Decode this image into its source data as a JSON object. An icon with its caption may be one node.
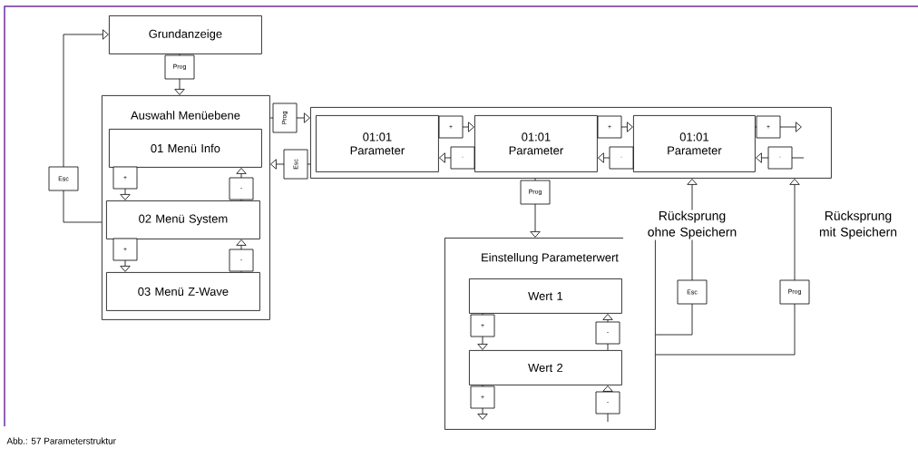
{
  "diagram": {
    "caption": "Abb.: 57 Parameterstruktur",
    "nodes": [
      {
        "text": [
          "Grundanzeige"
        ]
      },
      {
        "text": [
          "Auswahl Menüebene"
        ]
      },
      {
        "text": [
          "01 Menü Info"
        ],
        "in": 1
      },
      {
        "text": [
          "02 Menü System"
        ],
        "in": 1
      },
      {
        "text": [
          "03 Menü Z-Wave"
        ],
        "in": 1
      },
      {
        "text": [],
        "shape": "box"
      },
      {
        "text": [
          "01:01 Parameter"
        ],
        "in": 5
      },
      {
        "text": [
          "01:01 Parameter"
        ],
        "in": 5
      },
      {
        "text": [
          "01:01 Parameter"
        ],
        "in": 5
      },
      {
        "text": [
          "Einstellung Parameterwert"
        ]
      },
      {
        "text": [
          "Wert 1"
        ],
        "in": 9
      },
      {
        "text": [
          "Wert 2"
        ],
        "in": 9
      }
    ],
    "edges": [
      {
        "from": 0,
        "to": 1,
        "arrow": "to",
        "label": "Prog"
      },
      {
        "from": 1,
        "to": 0,
        "arrow": "to",
        "label": "Esc"
      },
      {
        "from": 2,
        "to": 3,
        "arrow": "to",
        "label": "+"
      },
      {
        "from": 3,
        "to": 2,
        "arrow": "to",
        "label": "-"
      },
      {
        "from": 3,
        "to": 4,
        "arrow": "to",
        "label": "+"
      },
      {
        "from": 4,
        "to": 3,
        "arrow": "to",
        "label": "-"
      },
      {
        "from": 1,
        "to": 5,
        "arrow": "to",
        "label": "Prog"
      },
      {
        "from": 5,
        "to": 1,
        "arrow": "to",
        "label": "Esc"
      },
      {
        "from": 6,
        "to": 7,
        "arrow": "to",
        "label": "+"
      },
      {
        "from": 7,
        "to": 6,
        "arrow": "to",
        "label": "·"
      },
      {
        "from": 7,
        "to": 8,
        "arrow": "to",
        "label": "+"
      },
      {
        "from": 8,
        "to": 7,
        "arrow": "to",
        "label": "·"
      },
      {
        "from": 8,
        "to": null,
        "arrow": "to",
        "label": "+"
      },
      {
        "from": null,
        "to": 8,
        "arrow": "to",
        "label": "·"
      },
      {
        "from": 5,
        "to": 9,
        "arrow": "to",
        "label": "Prog"
      },
      {
        "from": 9,
        "to": 5,
        "arrow": "to",
        "label": "Esc"
      },
      {
        "from": 9,
        "to": 5,
        "arrow": "to",
        "label": "Prog"
      },
      {
        "from": 10,
        "to": 11,
        "arrow": "to",
        "label": "+"
      },
      {
        "from": 11,
        "to": 10,
        "arrow": "to",
        "label": "-"
      },
      {
        "from": 11,
        "to": null,
        "arrow": "to",
        "label": "+"
      },
      {
        "from": null,
        "to": 11,
        "arrow": "to",
        "label": "-"
      }
    ],
    "labels": [
      "Rücksprung ohne Speichern",
      "Rücksprung mit Speichern"
    ]
  }
}
